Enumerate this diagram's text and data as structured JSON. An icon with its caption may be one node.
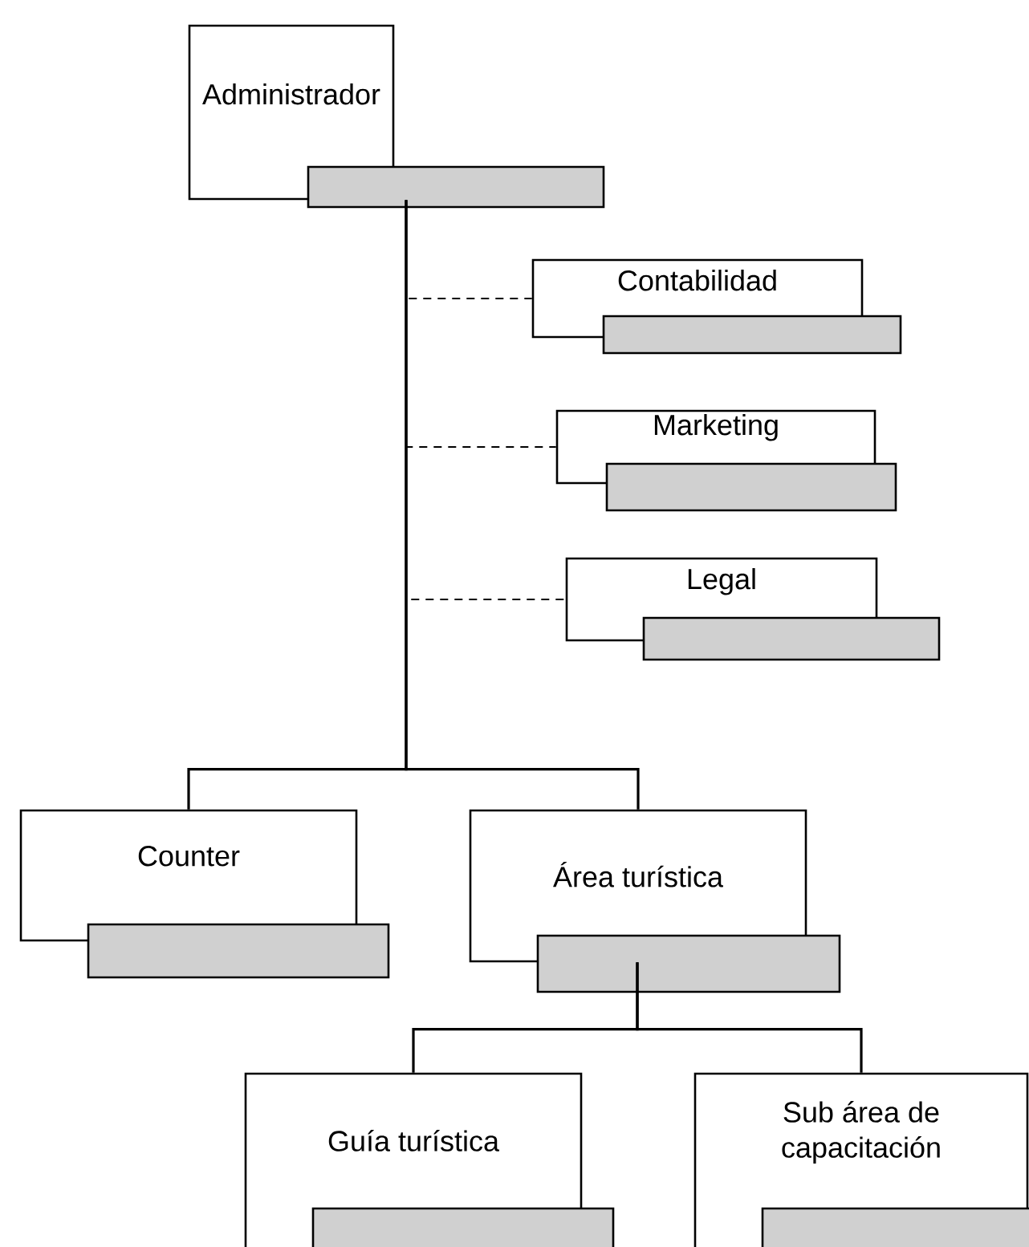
{
  "diagram": {
    "nodes": [
      {
        "text": [
          "Administrador"
        ]
      },
      {
        "text": [
          "Contabilidad"
        ]
      },
      {
        "text": [
          "Marketing"
        ]
      },
      {
        "text": [
          "Legal"
        ]
      },
      {
        "text": [
          "Counter"
        ]
      },
      {
        "text": [
          "Área turística"
        ]
      },
      {
        "text": [
          "Guía turística"
        ]
      },
      {
        "text": [
          "Sub área de capacitación"
        ]
      }
    ],
    "edges": [
      {
        "from": 0,
        "to": 1,
        "arrow": "none",
        "style": "dashed"
      },
      {
        "from": 0,
        "to": 2,
        "arrow": "none",
        "style": "dashed"
      },
      {
        "from": 0,
        "to": 3,
        "arrow": "none",
        "style": "dashed"
      },
      {
        "from": 0,
        "to": 4,
        "arrow": "none"
      },
      {
        "from": 0,
        "to": 5,
        "arrow": "none"
      },
      {
        "from": 5,
        "to": 6,
        "arrow": "none"
      },
      {
        "from": 5,
        "to": 7,
        "arrow": "none"
      }
    ]
  }
}
